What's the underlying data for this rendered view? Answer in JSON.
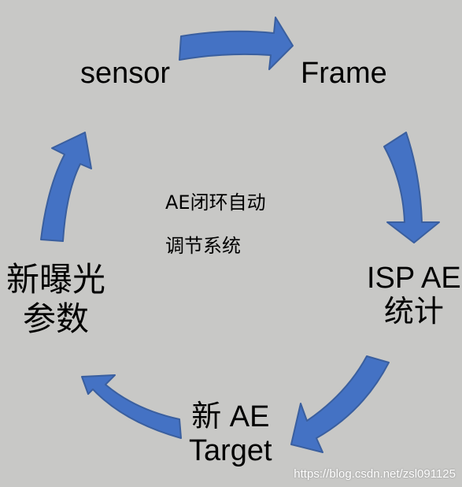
{
  "nodes": {
    "sensor": "sensor",
    "frame": "Frame",
    "isp_line1": "ISP AE",
    "isp_line2": "统计",
    "target_line1": "新 AE",
    "target_line2": "Target",
    "param_line1": "新曝光",
    "param_line2": "参数"
  },
  "center": {
    "line1": "AE闭环自动",
    "line2": "调节系统"
  },
  "watermark": "https://blog.csdn.net/zsl091125",
  "colors": {
    "background": "#c8c8c6",
    "arrow_fill": "#4472c4",
    "arrow_stroke": "#3a5f9f",
    "text": "#000000"
  }
}
